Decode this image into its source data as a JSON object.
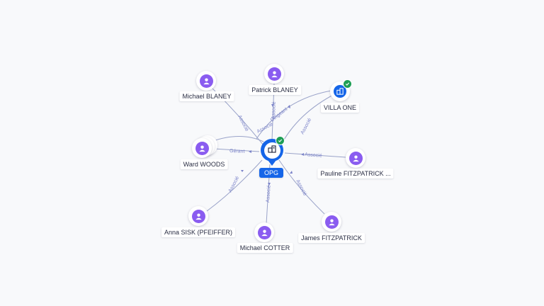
{
  "center": {
    "name": "OPG",
    "icon": "building-icon",
    "verified": true
  },
  "nodes": [
    {
      "id": "michael-blaney",
      "name": "Michael BLANEY",
      "type": "person",
      "icon": "person-icon"
    },
    {
      "id": "patrick-blaney",
      "name": "Patrick BLANEY",
      "type": "person",
      "icon": "person-icon"
    },
    {
      "id": "villa-one",
      "name": "VILLA ONE",
      "type": "company",
      "icon": "building-icon",
      "verified": true
    },
    {
      "id": "ward-woods",
      "name": "Ward WOODS",
      "type": "person",
      "icon": "person-icon"
    },
    {
      "id": "pauline-fitzpatrick",
      "name": "Pauline FITZPATRICK ...",
      "type": "person",
      "icon": "person-icon"
    },
    {
      "id": "anna-sisk",
      "name": "Anna SISK (PFEIFFER)",
      "type": "person",
      "icon": "person-icon"
    },
    {
      "id": "michael-cotter",
      "name": "Michael COTTER",
      "type": "person",
      "icon": "person-icon"
    },
    {
      "id": "james-fitzpatrick",
      "name": "James FITZPATRICK",
      "type": "person",
      "icon": "person-icon"
    }
  ],
  "edges": [
    {
      "from": "michael-blaney",
      "label": "Associé"
    },
    {
      "from": "patrick-blaney",
      "label": "Associé"
    },
    {
      "from": "villa-one",
      "label": "Associé"
    },
    {
      "from": "villa-one",
      "label": "Dirigeant"
    },
    {
      "from": "ward-woods",
      "label": "Gérant"
    },
    {
      "from": "ward-woods",
      "label": "Associé"
    },
    {
      "from": "pauline-fitzpatrick",
      "label": "Associé"
    },
    {
      "from": "anna-sisk",
      "label": "Associé"
    },
    {
      "from": "michael-cotter",
      "label": "Associé"
    },
    {
      "from": "james-fitzpatrick",
      "label": "Associé"
    }
  ],
  "colors": {
    "accent": "#1565e8",
    "person": "#8a5cf0",
    "verified": "#1e9e55",
    "edge": "#9aa3c9",
    "edge_label": "#7b83c9"
  }
}
